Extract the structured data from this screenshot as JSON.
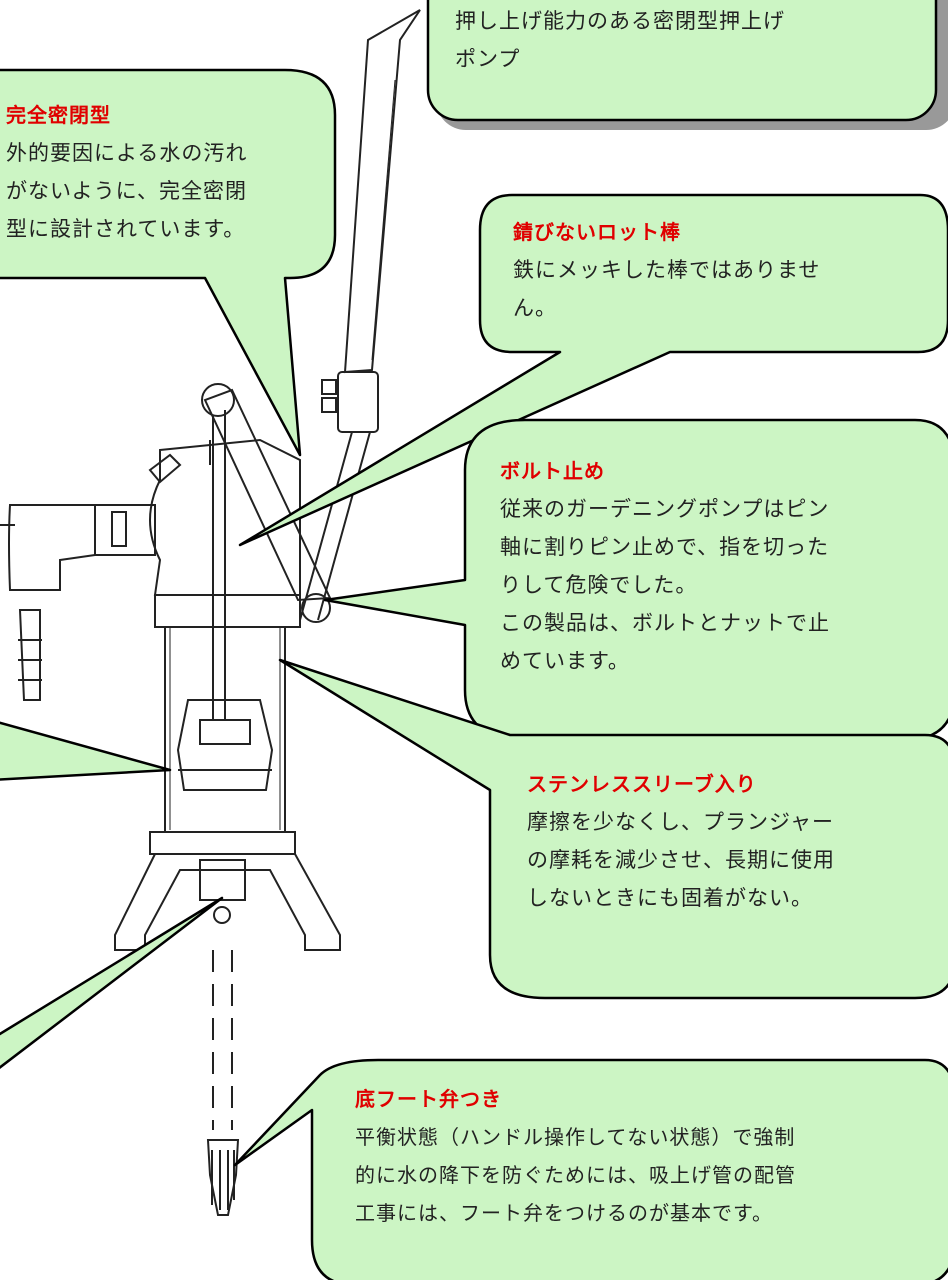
{
  "callouts": {
    "top": {
      "body": "押し上げ能力のある密閉型押上げ\nポンプ"
    },
    "sealed": {
      "title": "完全密閉型",
      "body": "外的要因による水の汚れ\nがないように、完全密閉\n型に設計されています。"
    },
    "rod": {
      "title": "錆びないロット棒",
      "body": "鉄にメッキした棒ではありませ\nん。"
    },
    "bolt": {
      "title": "ボルト止め",
      "body": "従来のガーデニングポンプはピン\n軸に割りピン止めで、指を切った\nりして危険でした。\nこの製品は、ボルトとナットで止\nめています。"
    },
    "sleeve": {
      "title": "ステンレススリーブ入り",
      "body": "摩擦を少なくし、プランジャー\nの摩耗を減少させ、長期に使用\nしないときにも固着がない。"
    },
    "foot": {
      "title": "底フート弁つき",
      "body": "平衡状態（ハンドル操作してない状態）で強制\n的に水の降下を防ぐためには、吸上げ管の配管\n工事には、フート弁をつけるのが基本です。"
    }
  },
  "colors": {
    "bubble_fill": "#ccf5c4",
    "bubble_stroke": "#000000",
    "title_red": "#e00000"
  }
}
